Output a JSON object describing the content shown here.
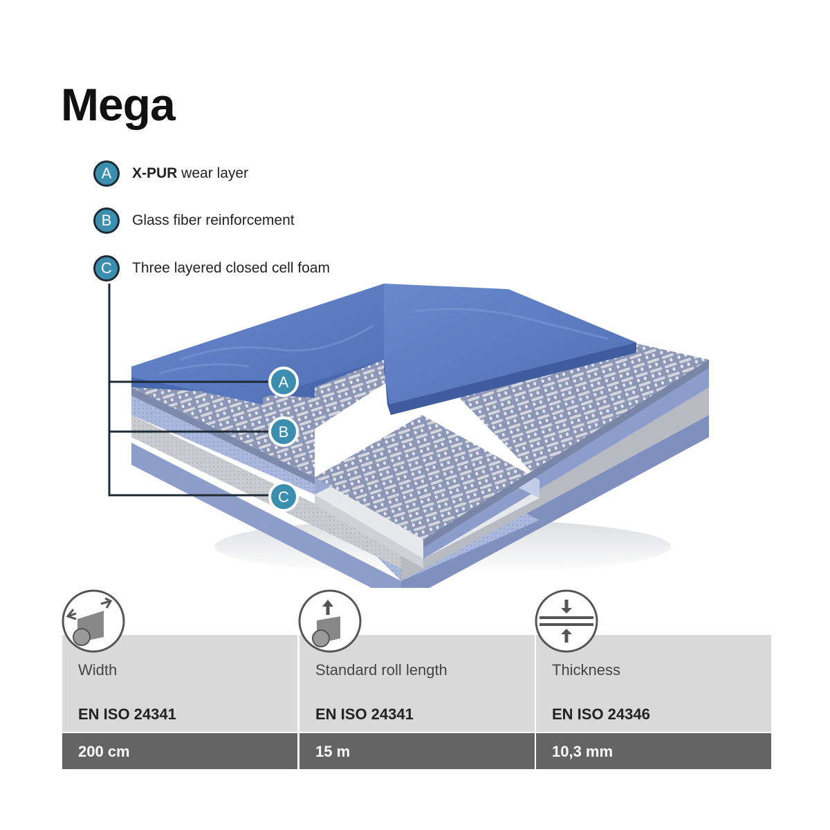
{
  "title": "Mega",
  "legend": [
    {
      "letter": "A",
      "bold": "X-PUR",
      "text": " wear layer"
    },
    {
      "letter": "B",
      "bold": "",
      "text": "Glass fiber reinforcement"
    },
    {
      "letter": "C",
      "bold": "",
      "text": "Three layered closed cell foam"
    }
  ],
  "callouts": [
    "A",
    "B",
    "C"
  ],
  "specs": [
    {
      "label": "Width",
      "standard": "EN ISO 24341",
      "value": "200 cm",
      "icon": "roll-width-icon"
    },
    {
      "label": "Standard roll length",
      "standard": "EN ISO 24341",
      "value": "15 m",
      "icon": "roll-length-icon"
    },
    {
      "label": "Thickness",
      "standard": "EN ISO 24346",
      "value": "10,3 mm",
      "icon": "thickness-icon"
    }
  ],
  "colors": {
    "badge": "#3c8eae",
    "wear_layer": "#5f7ec2",
    "foam_blue": "#a9b8dc",
    "foam_grey": "#c4c6cc",
    "spec_light": "#d9d9d9",
    "spec_dark": "#646464"
  }
}
